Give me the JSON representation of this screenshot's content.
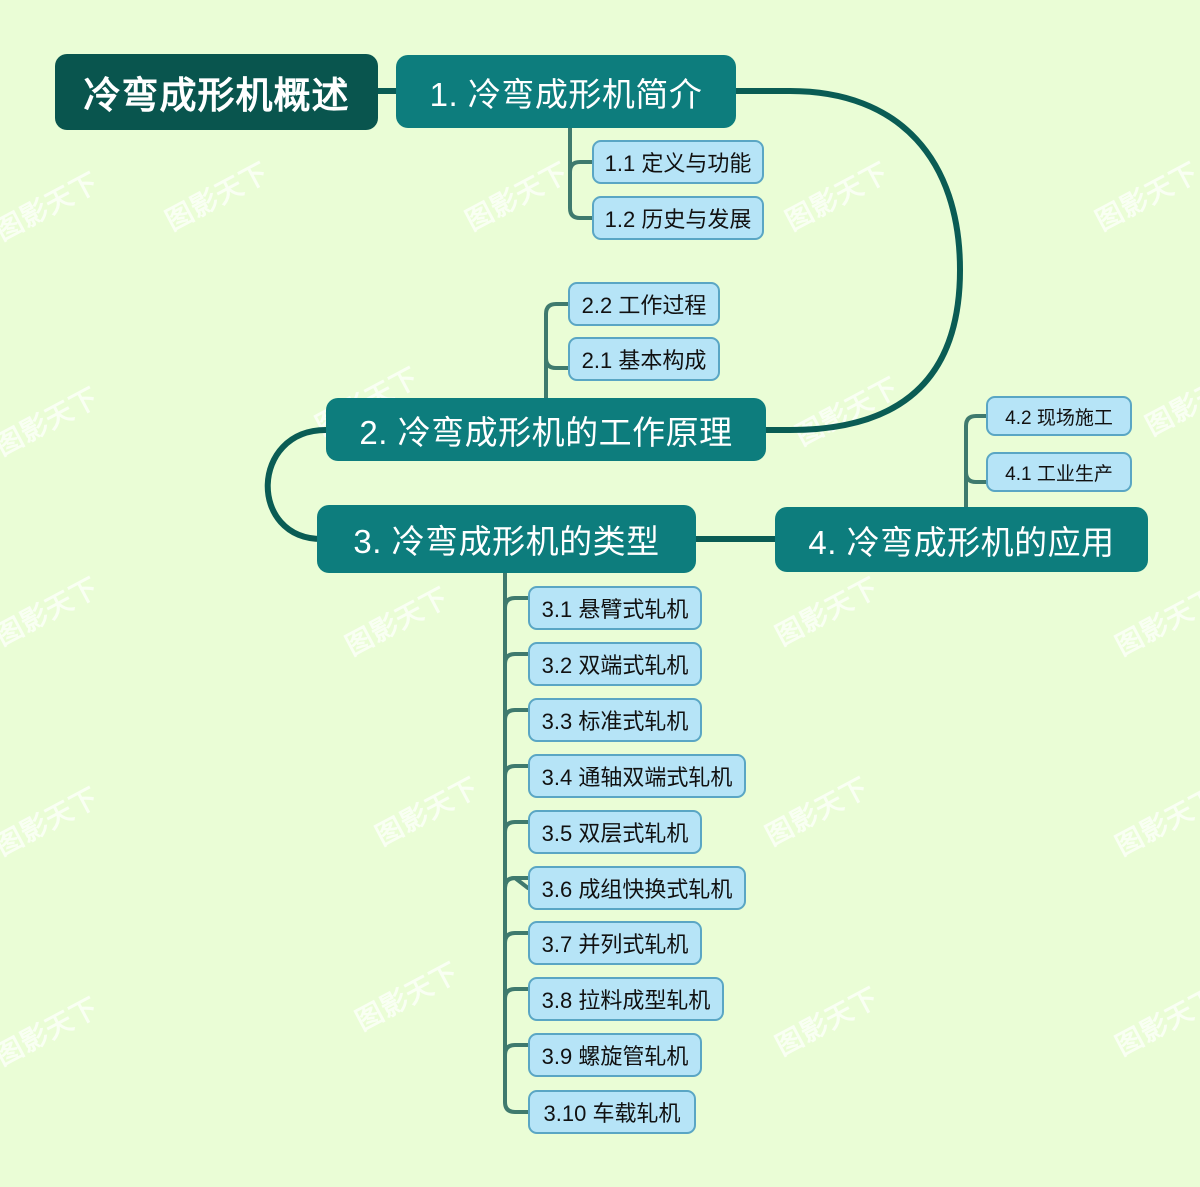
{
  "meta": {
    "title": "冷弯成形机概述",
    "background_color": "#eafdd6",
    "root_color": "#09554e",
    "main_color": "#0d7d7d",
    "sub_fill_color": "#b6e4f7",
    "sub_border_color": "#5aa6c4",
    "link_color": "#0a5c54",
    "sub_link_color": "#3f7a6e",
    "watermark_text": "图影天下"
  },
  "root": {
    "label": "冷弯成形机概述"
  },
  "branches": [
    {
      "id": "b1",
      "label": "1. 冷弯成形机简介",
      "children": [
        {
          "id": "b1c1",
          "label": "1.1 定义与功能"
        },
        {
          "id": "b1c2",
          "label": "1.2 历史与发展"
        }
      ]
    },
    {
      "id": "b2",
      "label": "2. 冷弯成形机的工作原理",
      "children": [
        {
          "id": "b2c2",
          "label": "2.2 工作过程"
        },
        {
          "id": "b2c1",
          "label": "2.1 基本构成"
        }
      ]
    },
    {
      "id": "b3",
      "label": "3. 冷弯成形机的类型",
      "children": [
        {
          "id": "b3c1",
          "label": "3.1 悬臂式轧机"
        },
        {
          "id": "b3c2",
          "label": "3.2 双端式轧机"
        },
        {
          "id": "b3c3",
          "label": "3.3 标准式轧机"
        },
        {
          "id": "b3c4",
          "label": "3.4 通轴双端式轧机"
        },
        {
          "id": "b3c5",
          "label": "3.5 双层式轧机"
        },
        {
          "id": "b3c6",
          "label": "3.6 成组快换式轧机"
        },
        {
          "id": "b3c7",
          "label": "3.7 并列式轧机"
        },
        {
          "id": "b3c8",
          "label": "3.8 拉料成型轧机"
        },
        {
          "id": "b3c9",
          "label": "3.9 螺旋管轧机"
        },
        {
          "id": "b3c10",
          "label": "3.10 车载轧机"
        }
      ]
    },
    {
      "id": "b4",
      "label": "4. 冷弯成形机的应用",
      "children": [
        {
          "id": "b4c2",
          "label": "4.2 现场施工"
        },
        {
          "id": "b4c1",
          "label": "4.1 工业生产"
        }
      ]
    }
  ]
}
